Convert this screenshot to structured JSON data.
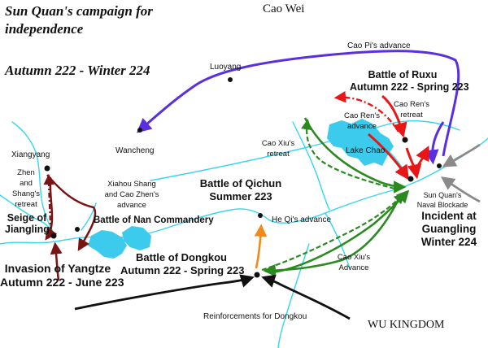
{
  "title": {
    "line1": "Sun Quan's campaign for",
    "line2": "independence",
    "period": "Autumn 222 - Winter 224"
  },
  "regions": {
    "north": "Cao Wei",
    "south": "WU KINGDOM"
  },
  "places": {
    "luoyang": "Luoyang",
    "wancheng": "Wancheng",
    "xiangyang": "Xiangyang",
    "lake_chao": "Lake Chao"
  },
  "movements": {
    "cao_pi": "Cao Pi's advance",
    "zhen_shang_retreat": [
      "Zhen",
      "and",
      "Shang's",
      "retreat"
    ],
    "xiahou_cao_zhen": [
      "Xiahou Shang",
      "and Cao Zhen's",
      "advance"
    ],
    "cao_ren_advance": [
      "Cao Ren's",
      "advance"
    ],
    "cao_ren_retreat": [
      "Cao Ren's",
      "retreat"
    ],
    "cao_xiu_retreat": [
      "Cao Xiu's",
      "retreat"
    ],
    "he_qi": "He Qi's advance",
    "cao_xiu_advance": [
      "Cao Xiu's",
      "Advance"
    ],
    "naval_blockade": [
      "Sun Quan's",
      "Naval Blockade"
    ],
    "reinforcements": "Reinforcements for Dongkou"
  },
  "battles": {
    "ruxu": [
      "Battle of Ruxu",
      "Autumn 222 - Spring 223"
    ],
    "qichun": [
      "Battle of Qichun",
      "Summer 223"
    ],
    "nan": "Battle of Nan Commandery",
    "dongkou": [
      "Battle of Dongkou",
      "Autumn 222 - Spring 223"
    ],
    "jiangling": [
      "Seige of",
      "Jiangling"
    ],
    "yangtze": [
      "Invasion of Yangtze",
      "Autumn 222 - June 223"
    ],
    "guangling": [
      "Incident at",
      "Guangling",
      "Winter 224"
    ]
  },
  "colors": {
    "river": "#33d6ef",
    "lake": "#3ccbec",
    "cao_pi": "#5a2fe0",
    "cao_ren": "#e81616",
    "wei_west": "#7a1313",
    "wu_army": "#2a8a1f",
    "he_qi": "#f08a1d",
    "black_arrow": "#111111",
    "grey_arrow": "#8a8a8a"
  }
}
